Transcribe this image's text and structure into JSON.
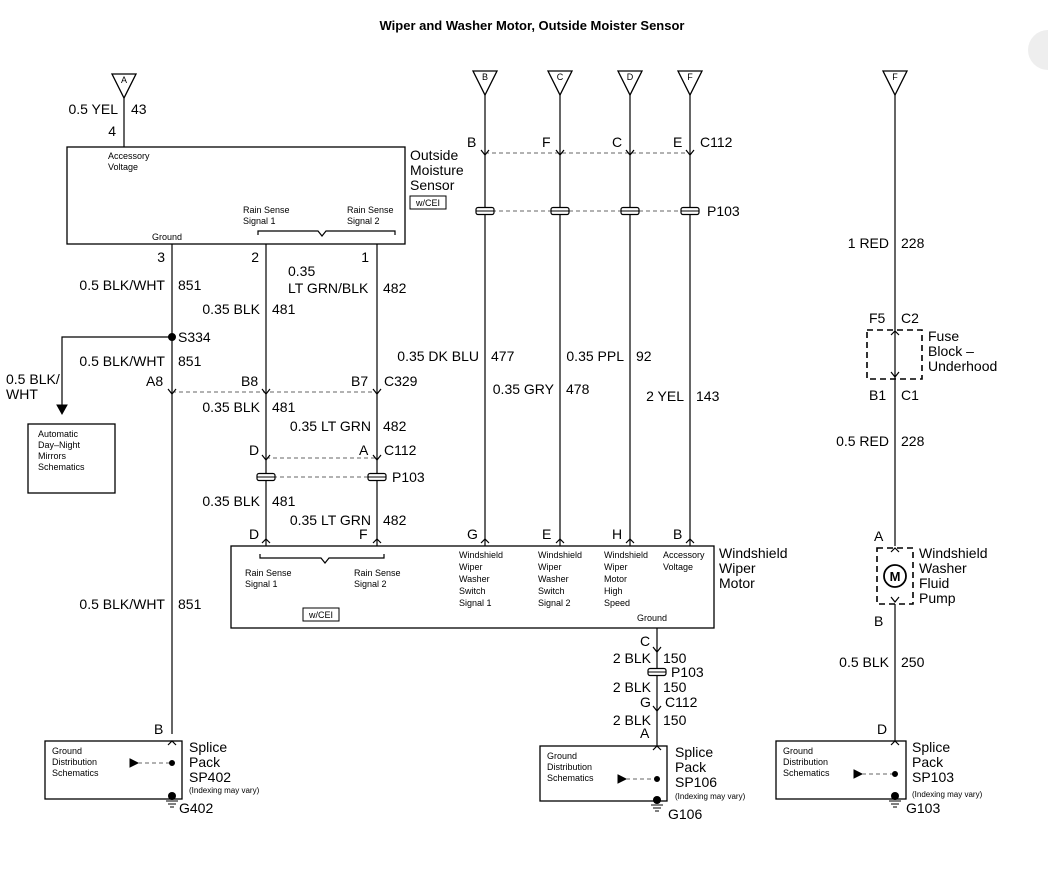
{
  "title": "Wiper and Washer Motor, Outside Moister Sensor",
  "tags": {
    "a": "A",
    "b": "B",
    "c": "C",
    "d": "D",
    "f1": "F",
    "f2": "F"
  },
  "sensor": {
    "name_l1": "Outside",
    "name_l2": "Moisture",
    "name_l3": "Sensor",
    "badge": "w/CEI",
    "acc_l1": "Accessory",
    "acc_l2": "Voltage",
    "ground": "Ground",
    "rs1_l1": "Rain Sense",
    "rs1_l2": "Signal 1",
    "rs2_l1": "Rain Sense",
    "rs2_l2": "Signal 2",
    "pin_acc": "4",
    "pin_gnd": "3",
    "pin_rs1": "2",
    "pin_rs2": "1"
  },
  "wires": {
    "yel_wire": "0.5 YEL",
    "yel_circuit": "43",
    "bw1_wire": "0.5 BLK/WHT",
    "bw1_circuit": "851",
    "blk1_wire": "0.35 BLK",
    "blk1_circuit": "481",
    "lgb_wire_l1": "0.35",
    "lgb_wire_l2": "LT GRN/BLK",
    "lgb_circuit": "482",
    "splice": "S334",
    "bw2_wire": "0.5 BLK/WHT",
    "bw2_circuit": "851",
    "bw_branch_l1": "0.5 BLK/",
    "bw_branch_l2": "WHT",
    "blk2_wire": "0.35 BLK",
    "blk2_circuit": "481",
    "lg2_wire": "0.35 LT GRN",
    "lg2_circuit": "482",
    "blk3_wire": "0.35 BLK",
    "blk3_circuit": "481",
    "lg3_wire": "0.35 LT GRN",
    "lg3_circuit": "482",
    "bw3_wire": "0.5 BLK/WHT",
    "bw3_circuit": "851",
    "dkblu_wire": "0.35 DK BLU",
    "dkblu_circuit": "477",
    "gry_wire": "0.35 GRY",
    "gry_circuit": "478",
    "ppl_wire": "0.35 PPL",
    "ppl_circuit": "92",
    "yel2_wire": "2 YEL",
    "yel2_circuit": "143",
    "red1_wire": "1 RED",
    "red1_circuit": "228",
    "red2_wire": "0.5 RED",
    "red2_circuit": "228",
    "blk250_wire": "0.5 BLK",
    "blk250_circuit": "250",
    "g1_wire": "2 BLK",
    "g1_circuit": "150",
    "g2_wire": "2 BLK",
    "g2_circuit": "150",
    "g3_wire": "2 BLK",
    "g3_circuit": "150"
  },
  "connectors": {
    "c112": "C112",
    "p103": "P103",
    "c329": "C329",
    "c2": "C2",
    "c1": "C1",
    "pin_b": "B",
    "pin_f": "F",
    "pin_c": "C",
    "pin_e": "E",
    "pin_a8": "A8",
    "pin_b8": "B8",
    "pin_b7": "B7",
    "pin_d": "D",
    "pin_a": "A",
    "pin_d2": "D",
    "pin_f2": "F",
    "pin_g": "G",
    "pin_e2": "E",
    "pin_h": "H",
    "pin_b2": "B",
    "pin_f5": "F5",
    "pin_b1": "B1",
    "pin_c3": "C",
    "pin_g3": "G",
    "pin_a3": "A",
    "g_c112": "C112",
    "g_p103": "P103",
    "pump_a": "A",
    "pump_b": "B",
    "sp103_d": "D",
    "sp402_b": "B"
  },
  "mirrors": {
    "l1": "Automatic",
    "l2": "Day–Night",
    "l3": "Mirrors",
    "l4": "Schematics"
  },
  "fuse": {
    "l1": "Fuse",
    "l2": "Block –",
    "l3": "Underhood"
  },
  "motor": {
    "name_l1": "Windshield",
    "name_l2": "Wiper",
    "name_l3": "Motor",
    "badge": "w/CEI",
    "rs1_l1": "Rain Sense",
    "rs1_l2": "Signal 1",
    "rs2_l1": "Rain Sense",
    "rs2_l2": "Signal 2",
    "ws1": [
      "Windshield",
      "Wiper",
      "Washer",
      "Switch",
      "Signal 1"
    ],
    "ws2": [
      "Windshield",
      "Wiper",
      "Washer",
      "Switch",
      "Signal 2"
    ],
    "hs": [
      "Windshield",
      "Wiper",
      "Motor",
      "High",
      "Speed"
    ],
    "acc_l1": "Accessory",
    "acc_l2": "Voltage",
    "ground": "Ground"
  },
  "pump": {
    "symbol": "M",
    "l1": "Windshield",
    "l2": "Washer",
    "l3": "Fluid",
    "l4": "Pump"
  },
  "splice_packs": [
    {
      "gd_l1": "Ground",
      "gd_l2": "Distribution",
      "gd_l3": "Schematics",
      "l1": "Splice",
      "l2": "Pack",
      "name": "SP402",
      "note": "(Indexing may vary)",
      "ground": "G402"
    },
    {
      "gd_l1": "Ground",
      "gd_l2": "Distribution",
      "gd_l3": "Schematics",
      "l1": "Splice",
      "l2": "Pack",
      "name": "SP106",
      "note": "(Indexing may vary)",
      "ground": "G106"
    },
    {
      "gd_l1": "Ground",
      "gd_l2": "Distribution",
      "gd_l3": "Schematics",
      "l1": "Splice",
      "l2": "Pack",
      "name": "SP103",
      "note": "(Indexing may vary)",
      "ground": "G103"
    }
  ]
}
